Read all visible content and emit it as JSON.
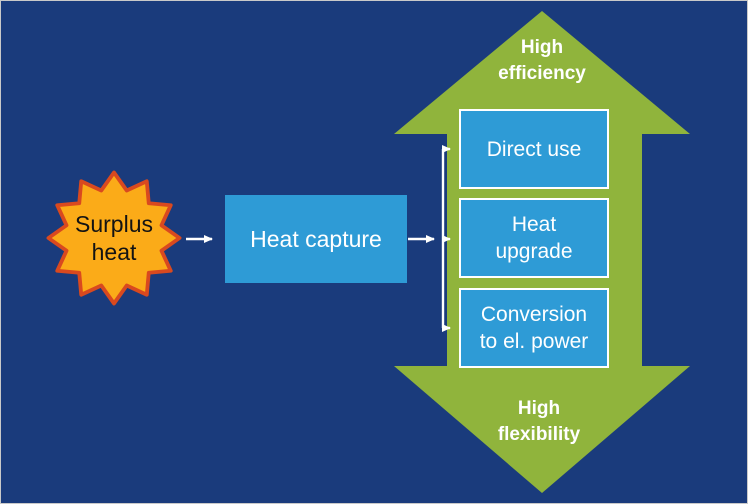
{
  "diagram": {
    "source": {
      "label": "Surplus\nheat"
    },
    "process": {
      "label": "Heat capture"
    },
    "outputs": [
      {
        "label": "Direct use"
      },
      {
        "label": "Heat\nupgrade"
      },
      {
        "label": "Conversion\nto el. power"
      }
    ],
    "arrow": {
      "top_label": "High\nefficiency",
      "bottom_label": "High\nflexibility"
    }
  },
  "colors": {
    "background": "#1a3b7c",
    "process_box": "#2e9bd6",
    "output_box": "#2e9bd6",
    "output_box_border": "#ffffff",
    "arrow_green": "#90b43c",
    "star_fill": "#fbab18",
    "star_stroke": "#d9491f",
    "connector": "#ffffff",
    "source_text": "#131313",
    "light_text": "#ffffff"
  }
}
